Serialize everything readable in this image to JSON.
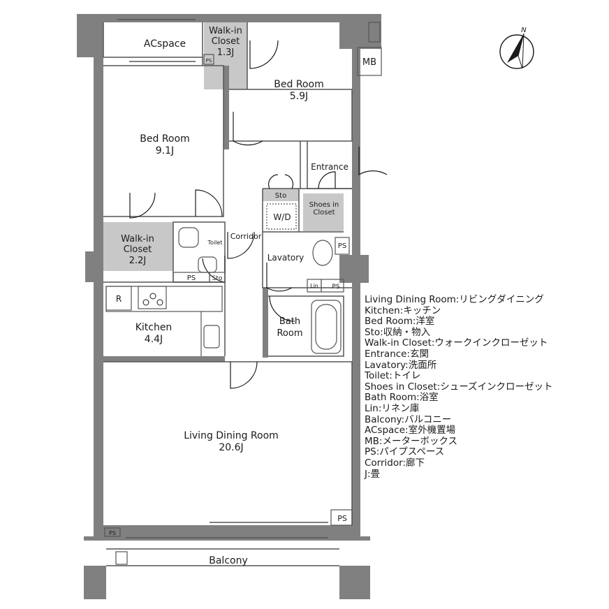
{
  "colors": {
    "wall": "#808080",
    "closet": "#c8c8c8",
    "line": "#555555",
    "ink": "#1a1a1a"
  },
  "rooms": {
    "acspace": "ACspace",
    "wic_top": {
      "name_1": "Walk-in",
      "name_2": "Closet",
      "size": "1.3J"
    },
    "bed_right": {
      "name": "Bed Room",
      "size": "5.9J"
    },
    "mb": "MB",
    "bed_left": {
      "name": "Bed Room",
      "size": "9.1J"
    },
    "entrance": "Entrance",
    "sto_1": "Sto",
    "wd": "W/D",
    "shoes": {
      "name_1": "Shoes in",
      "name_2": "Closet"
    },
    "wic_left": {
      "name_1": "Walk-in",
      "name_2": "Closet",
      "size": "2.2J"
    },
    "toilet": "Toilet",
    "corridor": "Corridor",
    "ps_lav": "PS",
    "lavatory": "Lavatory",
    "ps_toilet": "PS",
    "sto_2": "Sto",
    "lin": "Lin",
    "ps_lin": "PS",
    "ps_top": "PS",
    "fridge": "R",
    "kitchen": {
      "name": "Kitchen",
      "size": "4.4J"
    },
    "bath": {
      "name_1": "Bath",
      "name_2": "Room"
    },
    "living": {
      "name": "Living Dining Room",
      "size": "20.6J"
    },
    "ps_living": "PS",
    "ps_balcony": "PS",
    "balcony": "Balcony"
  },
  "compass": {
    "label": "N"
  },
  "legend": [
    "Living Dining Room:リビングダイニング",
    "Kitchen:キッチン",
    "Bed Room:洋室",
    "Sto:収納・物入",
    "Walk-in Closet:ウォークインクローゼット",
    "Entrance:玄関",
    "Lavatory:洗面所",
    "Toilet:トイレ",
    "Shoes in Closet:シューズインクローゼット",
    "Bath Room:浴室",
    "Lin:リネン庫",
    "Balcony:バルコニー",
    "ACspace:室外機置場",
    "MB:メーターボックス",
    "PS:パイプスペース",
    "Corridor:廊下",
    "J:畳"
  ]
}
